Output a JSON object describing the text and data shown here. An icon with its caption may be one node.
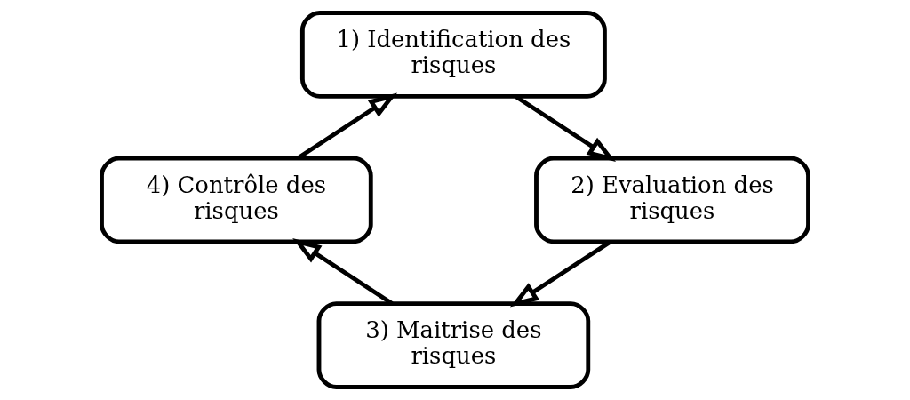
{
  "diagram": {
    "nodes": [
      {
        "text": [
          "1) Identification des risques"
        ]
      },
      {
        "text": [
          "2) Evaluation des risques"
        ]
      },
      {
        "text": [
          "3) Maitrise des risques"
        ]
      },
      {
        "text": [
          "4) Contrôle des risques"
        ]
      }
    ],
    "edges": [
      {
        "from": 0,
        "to": 1,
        "arrow": "to"
      },
      {
        "from": 1,
        "to": 2,
        "arrow": "to"
      },
      {
        "from": 2,
        "to": 3,
        "arrow": "to"
      },
      {
        "from": 3,
        "to": 0,
        "arrow": "to"
      }
    ]
  }
}
